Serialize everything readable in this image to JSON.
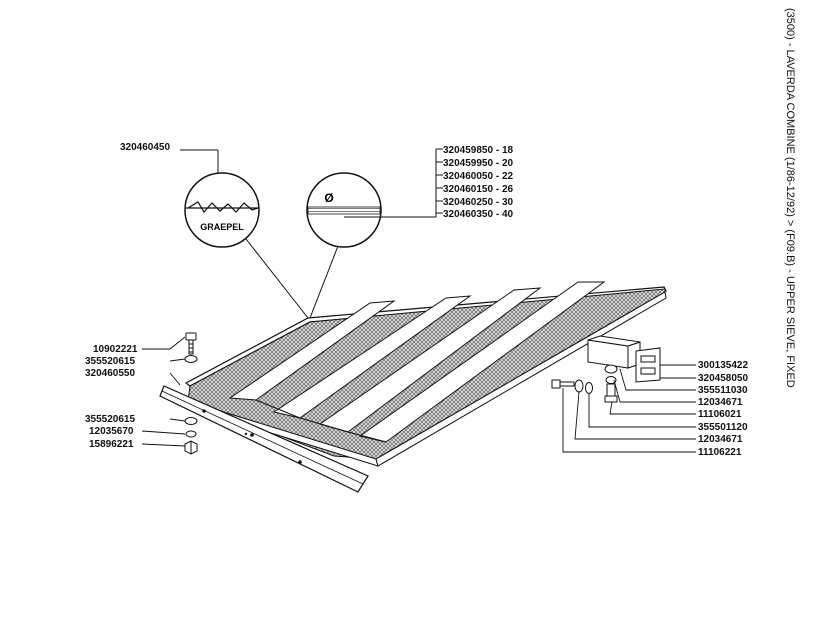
{
  "page_title": "(3500) - LAVERDA COMBINE (1/86-12/92) > (F09.B) - UPPER SIEVE, FIXED",
  "detail_left": {
    "text": "GRAEPEL"
  },
  "detail_right": {
    "symbol": "Ø"
  },
  "part_numbers": {
    "sieve": "320460450",
    "rib_18": "320459850 - 18",
    "rib_20": "320459950 - 20",
    "rib_22": "320460050 - 22",
    "rib_26": "320460150 - 26",
    "rib_30": "320460250 - 30",
    "rib_40": "320460350 - 40",
    "bolt_top": "10902221",
    "washer_top": "355520615",
    "rail": "320460550",
    "washer_mid": "355520615",
    "lock_washer_left": "12035670",
    "nut_left": "15896221",
    "bracket": "300135422",
    "clip": "320458050",
    "washer_r1": "355511030",
    "lock_r1": "12034671",
    "nut_r1": "11106021",
    "washer_r2": "355501120",
    "lock_r2": "12034671",
    "nut_r2": "11106221"
  }
}
